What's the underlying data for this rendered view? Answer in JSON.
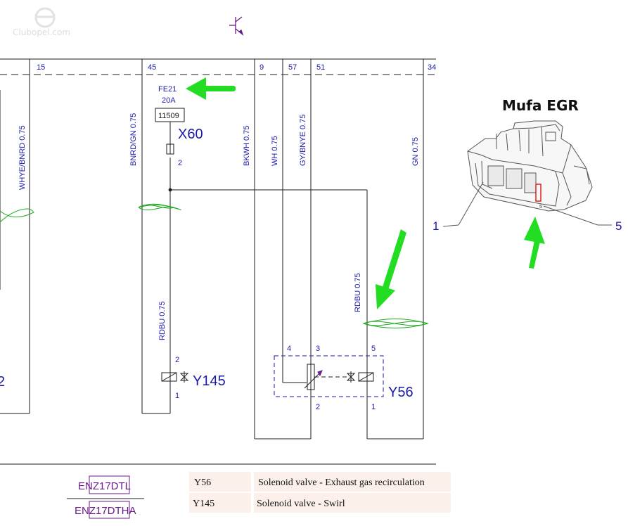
{
  "watermark": "Clubopel.com",
  "columns": [
    "15",
    "45",
    "9",
    "57",
    "51",
    "34"
  ],
  "fuse": {
    "name": "FE21",
    "rating": "20A"
  },
  "connector_box": "11509",
  "connector": {
    "name": "X60",
    "pin": "2"
  },
  "wires": {
    "w1": "WHYE/BNRD 0.75",
    "w2": "BNRD/GN 0.75",
    "w3": "RDBU 0.75",
    "w4": "BKWH 0.75",
    "w5": "WH 0.75",
    "w6": "GY/BNYE 0.75",
    "w7": "GN 0.75",
    "w8": "RDBU 0.75"
  },
  "left_partial": "2",
  "y145": {
    "name": "Y145",
    "pin_top": "2",
    "pin_bottom": "1"
  },
  "y56": {
    "name": "Y56",
    "pin_4": "4",
    "pin_3": "3",
    "pin_5": "5",
    "pin_2": "2",
    "pin_1": "1"
  },
  "engines": [
    "ENZ17DTL",
    "ENZ17DTHA"
  ],
  "legend": [
    {
      "code": "Y56",
      "desc": "Solenoid valve - Exhaust gas recirculation"
    },
    {
      "code": "Y145",
      "desc": "Solenoid valve - Swirl"
    }
  ],
  "egr_connector": {
    "title": "Mufa EGR",
    "pin_left": "1",
    "pin_right": "5",
    "tiny_pin": "5"
  },
  "colors": {
    "wire": "#1a1aa8",
    "arrow": "#22dd22",
    "crossover": "#22aa22",
    "highlight": "#dd2222"
  }
}
